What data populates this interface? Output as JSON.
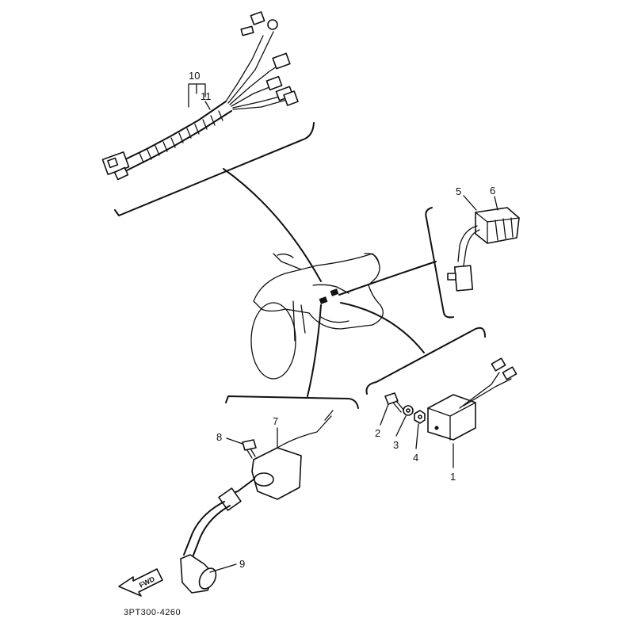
{
  "diagram": {
    "part_code": "3PT300-4260",
    "fwd_label": "FWD",
    "callouts": [
      {
        "id": "1",
        "label": "1"
      },
      {
        "id": "2",
        "label": "2"
      },
      {
        "id": "3",
        "label": "3"
      },
      {
        "id": "4",
        "label": "4"
      },
      {
        "id": "5",
        "label": "5"
      },
      {
        "id": "6",
        "label": "6"
      },
      {
        "id": "7",
        "label": "7"
      },
      {
        "id": "8",
        "label": "8"
      },
      {
        "id": "9",
        "label": "9"
      },
      {
        "id": "10",
        "label": "10"
      },
      {
        "id": "11",
        "label": "11"
      }
    ]
  }
}
